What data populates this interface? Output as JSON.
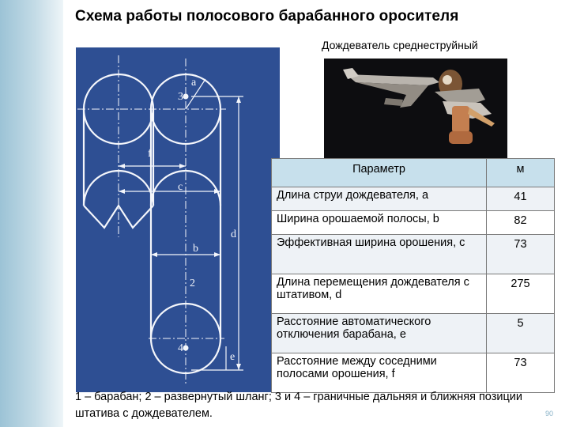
{
  "title": "Схема работы полосового барабанного оросителя",
  "photo_caption": "Дождеватель среднеструйный",
  "diagram_labels": {
    "a": "a",
    "b": "b",
    "c": "c",
    "d": "d",
    "e": "e",
    "f": "f",
    "n2": "2",
    "n3": "3",
    "n4": "4"
  },
  "table": {
    "headers": {
      "param": "Параметр",
      "unit": "м"
    },
    "rows": [
      {
        "name": "Длина струи дождевателя, а",
        "value": "41"
      },
      {
        "name": "Ширина орошаемой полосы, b",
        "value": "82"
      },
      {
        "name": "Эффективная ширина орошения, с",
        "value": "73"
      },
      {
        "name": "Длина перемещения дождевателя с штативом, d",
        "value": "275"
      },
      {
        "name": "Расстояние автоматического отключения барабана, е",
        "value": "5"
      },
      {
        "name": "Расстояние между соседними полосами орошения, f",
        "value": "73"
      }
    ]
  },
  "caption": "1 – барабан; 2 – развернутый шланг; 3 и 4 – граничные дальняя и ближняя позиции штатива с дождевателем.",
  "page_number": "90",
  "colors": {
    "blueprint_bg": "#2e4f93",
    "header_bg": "#c7e0ec",
    "sidebar": "#9cc3d6"
  }
}
